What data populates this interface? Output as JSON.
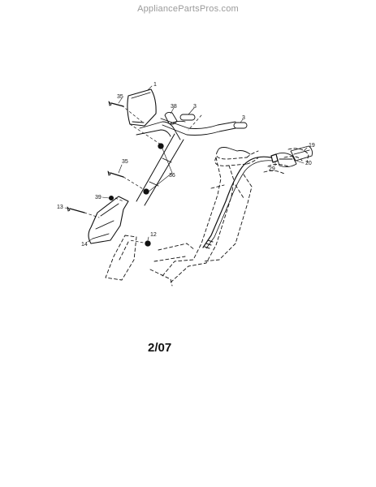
{
  "watermark": "AppliancePartsPros.com",
  "date_code": "2/07",
  "callouts": {
    "c1": "1",
    "c35a": "35",
    "c38": "38",
    "c3a": "3",
    "c3b": "3",
    "c19": "19",
    "c20": "20",
    "c29": "29",
    "c35b": "35",
    "c36": "36",
    "c39": "39",
    "c13": "13",
    "c12": "12",
    "c14": "14"
  }
}
